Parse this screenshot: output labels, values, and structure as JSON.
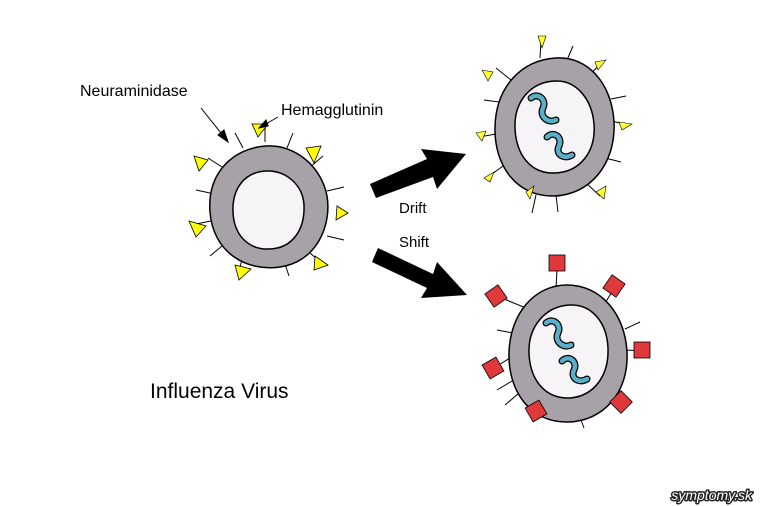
{
  "labels": {
    "neuraminidase": "Neuraminidase",
    "hemagglutinin": "Hemagglutinin",
    "drift": "Drift",
    "shift": "Shift",
    "caption": "Influenza Virus"
  },
  "watermark": "symptomy.sk",
  "colors": {
    "capsid": "#a7a2a7",
    "core": "#f7f4f8",
    "antigen_original": "#ffff00",
    "antigen_drift": "#ffff33",
    "antigen_shift": "#e0393b",
    "rna": "#5aafc8",
    "arrow": "#000000"
  }
}
